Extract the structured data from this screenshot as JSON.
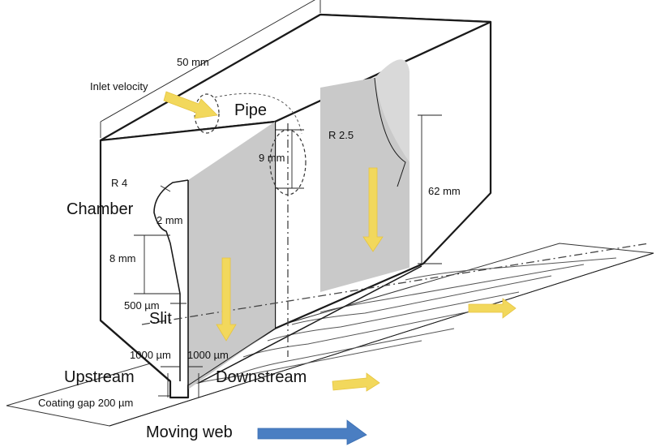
{
  "labels": {
    "width_50": "50 mm",
    "inlet_velocity": "Inlet velocity",
    "pipe": "Pipe",
    "r25": "R 2.5",
    "d9": "9 mm",
    "h62": "62 mm",
    "r4": "R 4",
    "chamber": "Chamber",
    "d2": "2 mm",
    "d8": "8 mm",
    "slit_500": "500 µm",
    "slit": "Slit",
    "upstream_1000": "1000 µm",
    "downstream_1000": "1000 µm",
    "upstream": "Upstream",
    "downstream": "Downstream",
    "coating_gap": "Coating gap 200 µm",
    "moving_web": "Moving web"
  },
  "colors": {
    "gray_section": "#c9c9c9",
    "flow_arrow": "#f2d85c",
    "web_arrow": "#4a7ec2"
  }
}
